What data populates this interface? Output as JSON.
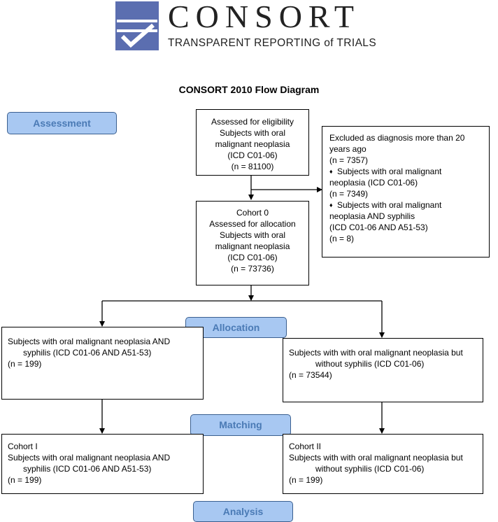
{
  "logo": {
    "word": "CONSORT",
    "tagline": "TRANSPARENT REPORTING of TRIALS",
    "mark_color": "#5b6eb0"
  },
  "title": "CONSORT 2010 Flow Diagram",
  "stages": {
    "assessment": "Assessment",
    "allocation": "Allocation",
    "matching": "Matching",
    "analysis": "Analysis"
  },
  "eligibility": {
    "line1": "Assessed for eligibility",
    "line2": "Subjects with oral",
    "line3": "malignant neoplasia",
    "line4": "(ICD C01-06)",
    "line5": "(n = 81100)"
  },
  "excluded": {
    "line1": "Excluded as diagnosis more than 20",
    "line2": "years ago",
    "line3": "(n = 7357)",
    "bullet": "♦",
    "item1_line1": "Subjects with oral malignant",
    "item1_line2": "neoplasia (ICD C01-06)",
    "item1_line3": "(n = 7349)",
    "item2_line1": "Subjects with oral malignant",
    "item2_line2": "neoplasia AND syphilis",
    "item2_line3": "(ICD C01-06 AND A51-53)",
    "item2_line4": "(n = 8)"
  },
  "cohort0": {
    "line1": "Cohort 0",
    "line2": "Assessed for allocation",
    "line3": "Subjects with oral",
    "line4": "malignant neoplasia",
    "line5": "(ICD C01-06)",
    "line6": "(n = 73736)"
  },
  "alloc_left": {
    "line1": "Subjects with oral malignant neoplasia AND",
    "line2": "syphilis (ICD C01-06 AND A51-53)",
    "line3": "(n = 199)"
  },
  "alloc_right": {
    "line1": "Subjects with with oral malignant neoplasia but",
    "line2": "without syphilis (ICD C01-06)",
    "line3": "(n = 73544)"
  },
  "cohort1": {
    "line1": "Cohort I",
    "line2": "Subjects with oral malignant neoplasia AND",
    "line3": "syphilis (ICD C01-06 AND A51-53)",
    "line4": "(n = 199)"
  },
  "cohort2": {
    "line1": "Cohort II",
    "line2": "Subjects with with oral malignant neoplasia but",
    "line3": "without syphilis (ICD C01-06)",
    "line4": "(n = 199)"
  }
}
